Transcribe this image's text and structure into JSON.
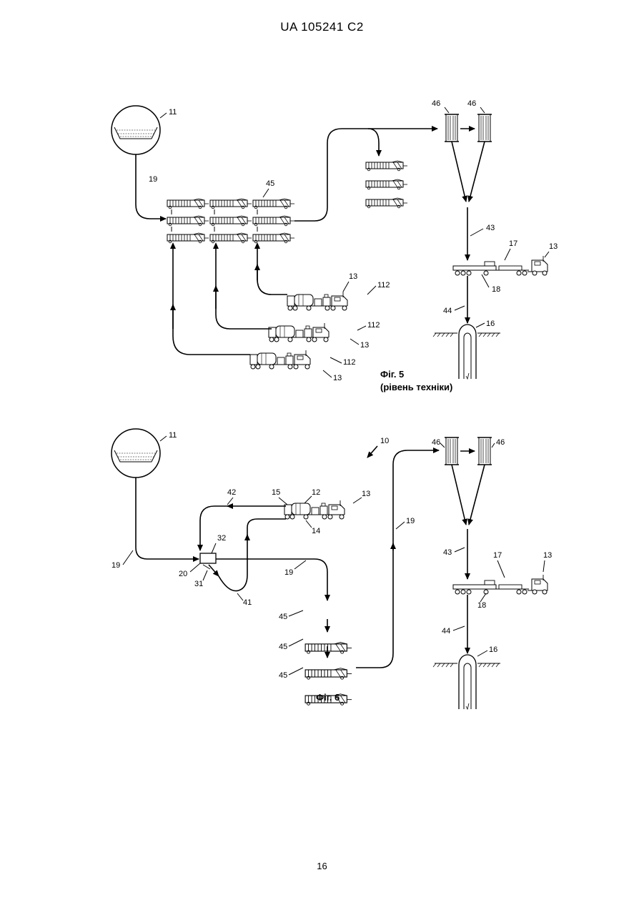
{
  "header": {
    "patent_number": "UA   105241   C2"
  },
  "page_number": "16",
  "fig5": {
    "caption": "Фіг. 5",
    "subcaption": "(рівень техніки)",
    "labels": {
      "pond": "11",
      "pipe": "19",
      "tanks": "45",
      "silo_a": "46",
      "silo_b": "46",
      "line_43": "43",
      "line_44": "44",
      "blender": "17",
      "truck_main": "13",
      "trailer": "18",
      "well": "16",
      "truck1_num": "13",
      "truck1_id": "112",
      "truck2_id": "112",
      "truck2_num": "13",
      "truck3_id": "112",
      "truck3_num": "13"
    }
  },
  "fig6": {
    "caption": "Фіг. 6",
    "labels": {
      "pond": "11",
      "system": "10",
      "silo_a": "46",
      "silo_b": "46",
      "line_42": "42",
      "heater_15": "15",
      "heater_12": "12",
      "truck_13": "13",
      "line_14": "14",
      "pipe_19_left": "19",
      "mixer_32": "32",
      "mixer_20": "20",
      "valve_31": "31",
      "line_41": "41",
      "pipe_19_mid": "19",
      "pipe_19_right": "19",
      "tank_45a": "45",
      "tank_45b": "45",
      "tank_45c": "45",
      "line_43": "43",
      "blender": "17",
      "truck_main": "13",
      "trailer": "18",
      "line_44": "44",
      "well": "16"
    }
  }
}
